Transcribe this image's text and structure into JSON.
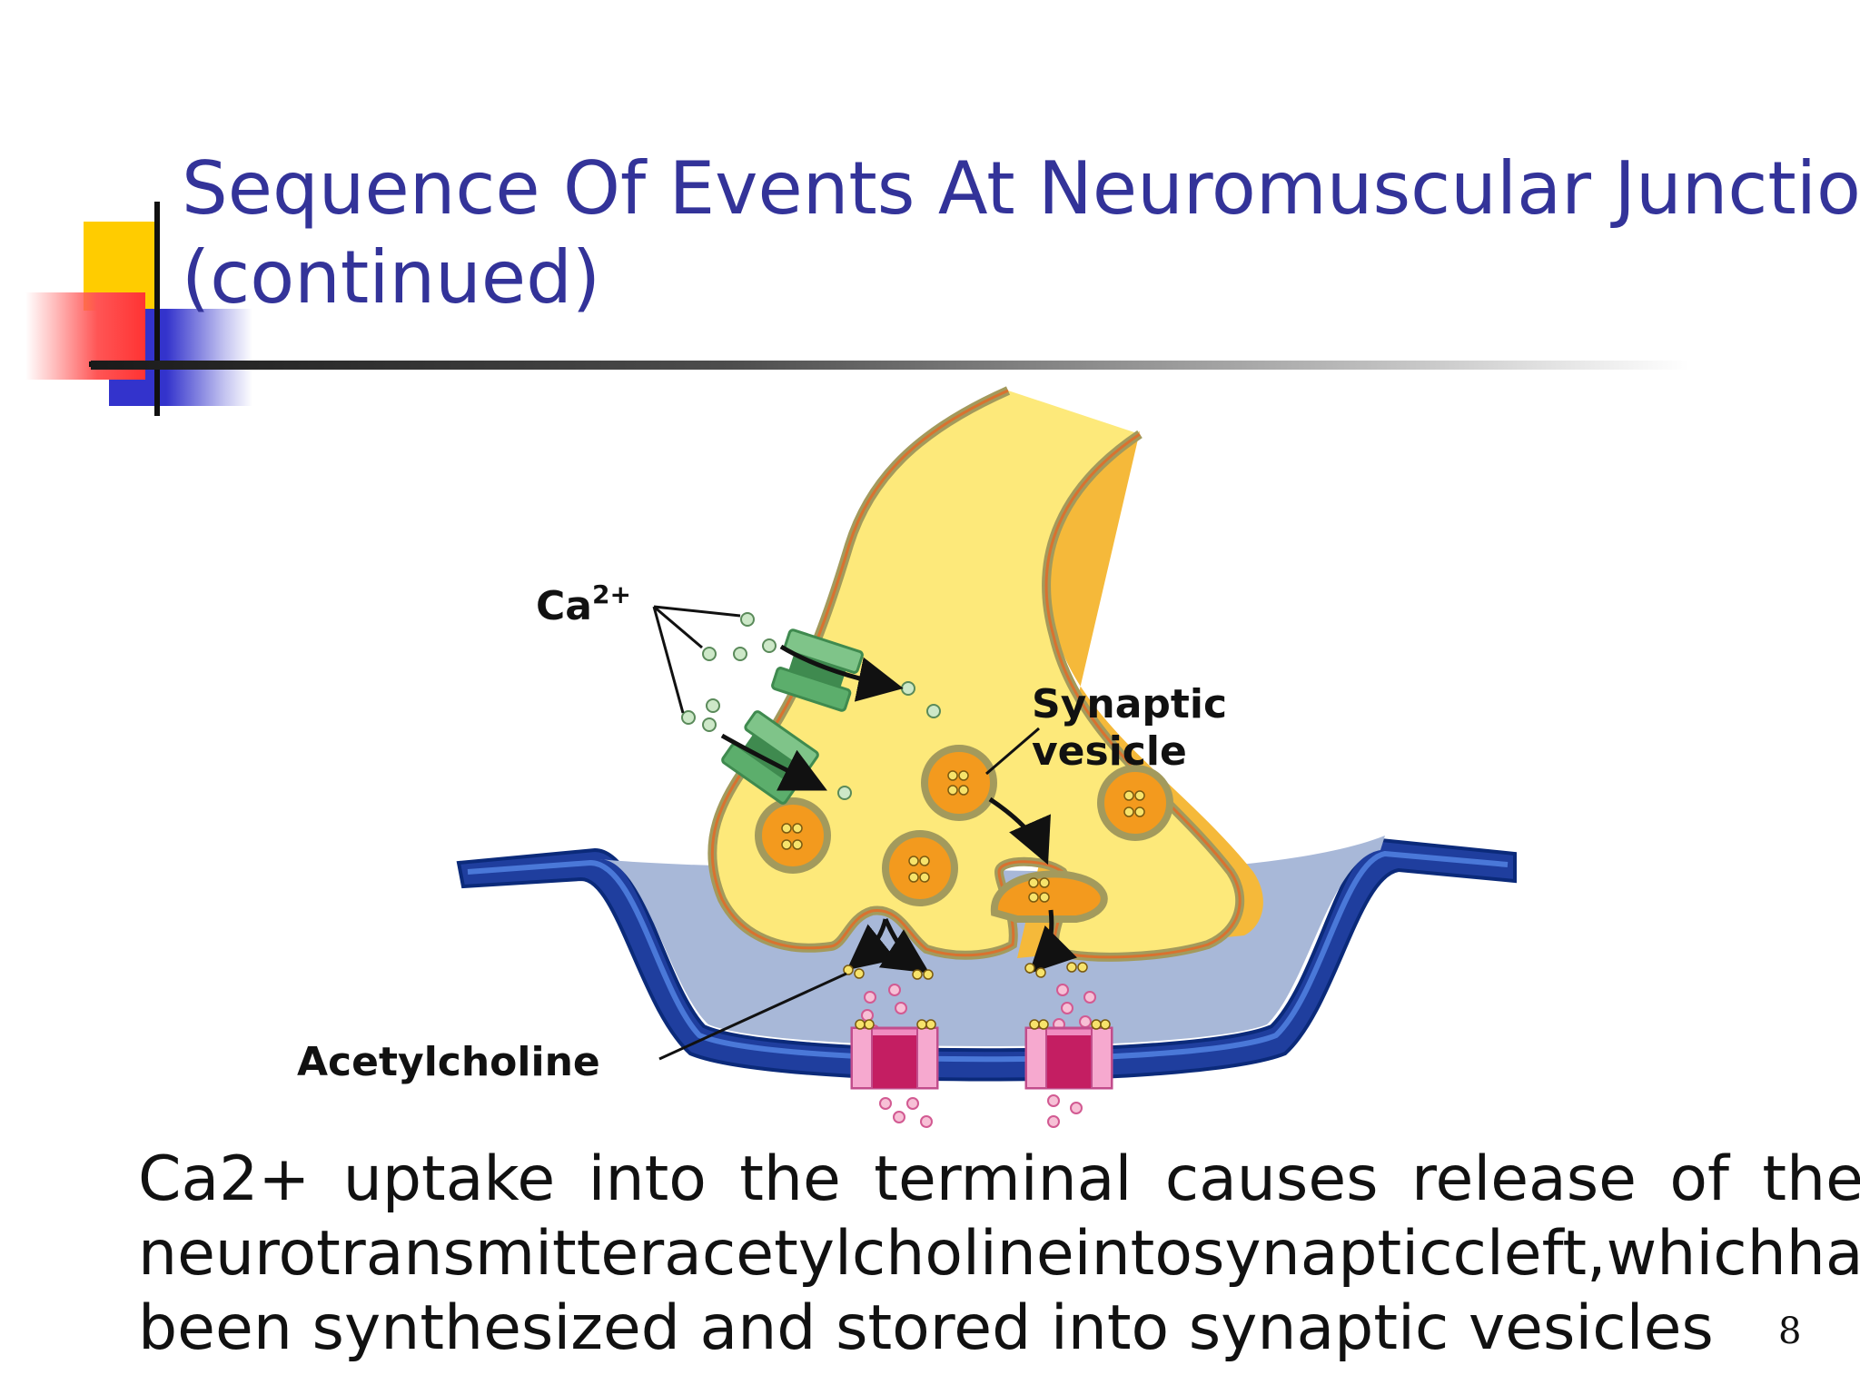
{
  "title": {
    "line1": "Sequence Of Events At Neuromuscular Junction",
    "line2": "(continued)"
  },
  "diagram": {
    "labels": {
      "calcium": "Ca",
      "calcium_sup": "2+",
      "vesicle_line1": "Synaptic",
      "vesicle_line2": "vesicle",
      "acetylcholine": "Acetylcholine"
    }
  },
  "body": {
    "line1_words": [
      "Ca2+",
      "uptake",
      "into",
      "the",
      "terminal",
      "causes",
      "release",
      "of",
      "the"
    ],
    "line2_words": [
      "neurotransmitter",
      "acetylcholine",
      "into",
      "synaptic",
      "cleft",
      ",",
      "which",
      "has"
    ],
    "line3": "been synthesized and stored into synaptic vesicles"
  },
  "page_number": "8",
  "colors": {
    "title": "#333399",
    "deco_yellow": "#ffcc00",
    "deco_red": "#ff3333",
    "deco_blue": "#3333cc",
    "terminal_fill": "#fde97a",
    "membrane": "#a39a5c",
    "vesicle": "#f39a1e",
    "muscle_blue": "#1f3e9e",
    "cleft_fill": "#a8b8d8",
    "receptor_pink": "#f08cc0",
    "channel_green": "#5cae6c"
  }
}
